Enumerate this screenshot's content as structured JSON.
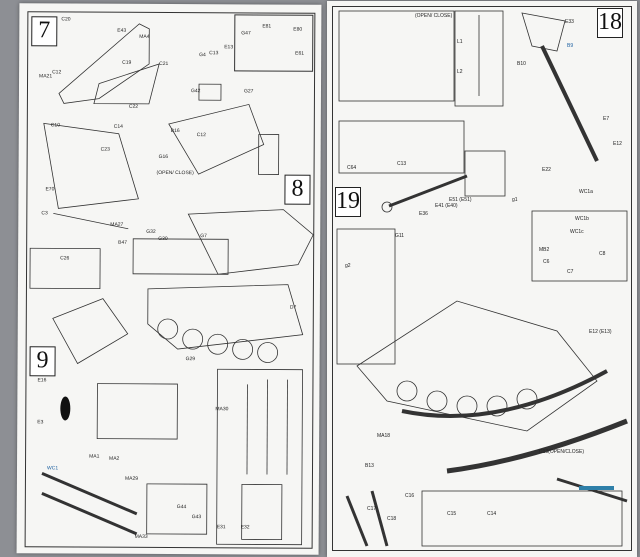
{
  "left_page": {
    "steps": [
      "7",
      "8",
      "9"
    ],
    "labels": [
      "C20",
      "E43",
      "MA4",
      "C12",
      "MA21",
      "C19",
      "C21",
      "C22",
      "G4",
      "C13",
      "E13",
      "G42",
      "G27",
      "B16",
      "C12",
      "G16",
      "(OPEN/ CLOSE)",
      "E81",
      "E80",
      "G47",
      "E61",
      "C10",
      "C14",
      "C23",
      "E70",
      "C3",
      "MA27",
      "C26",
      "G32",
      "G30",
      "G7",
      "B47",
      "D7",
      "G29",
      "E16",
      "E3",
      "MA1",
      "MA2",
      "WC1",
      "MA29",
      "MA33",
      "E31",
      "E32",
      "MA30",
      "G44",
      "G43"
    ]
  },
  "right_page": {
    "steps": [
      "18",
      "19"
    ],
    "labels": [
      "(OPEN/ CLOSE)",
      "E33",
      "B9",
      "B10",
      "L1",
      "L2",
      "E7",
      "E12",
      "C13",
      "C64",
      "E22",
      "WC1a",
      "E36",
      "E41 (E40)",
      "E51 (E51)",
      "g1",
      "g2",
      "G11",
      "WC1b",
      "WC1c",
      "MB2",
      "C8",
      "C6",
      "C7",
      "E12 (E13)",
      "C13(OPEN/CLOSE)",
      "MA18",
      "B13",
      "C16",
      "C17",
      "C18",
      "C15",
      "C14"
    ]
  },
  "accent_color": "#1b5fa0"
}
